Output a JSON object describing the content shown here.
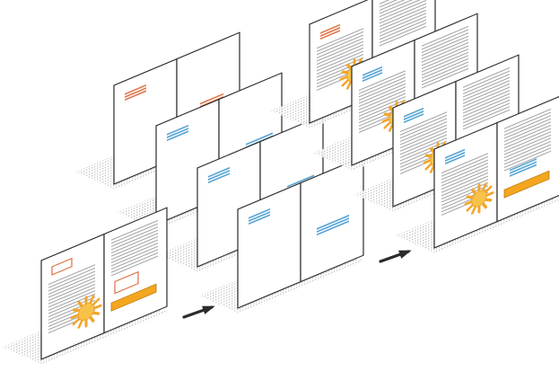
{
  "colors": {
    "page_fill": "#ffffff",
    "page_stroke": "#2b2b2b",
    "shadow": "#b8b8b8",
    "text_line": "#9a9a9a",
    "orange_frame": "#e07a50",
    "blue_block": "#5aa6d6",
    "sun": "#f2a62b",
    "sun_core": "#f7c24a",
    "bar": "#f4a61f",
    "arrow": "#2b2b2b"
  },
  "icons": [
    "sunburst-icon",
    "arrow-right-icon"
  ],
  "groups": {
    "source": {
      "count": 1
    },
    "master_layers": {
      "count": 4
    },
    "composite_pages": {
      "count": 4
    }
  }
}
